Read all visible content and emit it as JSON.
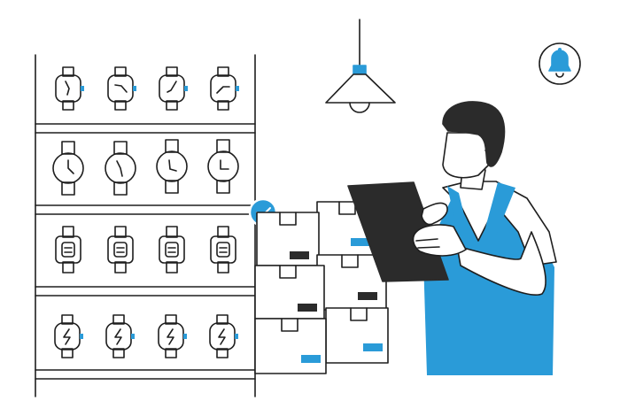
{
  "scene": {
    "description_icons": [
      "bell-icon",
      "check-icon",
      "ceiling-lamp",
      "watch-shelf",
      "cardboard-boxes",
      "worker-with-clipboard"
    ]
  },
  "colors": {
    "accent": "#2A9BD8",
    "ink": "#1E1E1E",
    "dark": "#2B2B2B",
    "background": "#FFFFFF"
  }
}
